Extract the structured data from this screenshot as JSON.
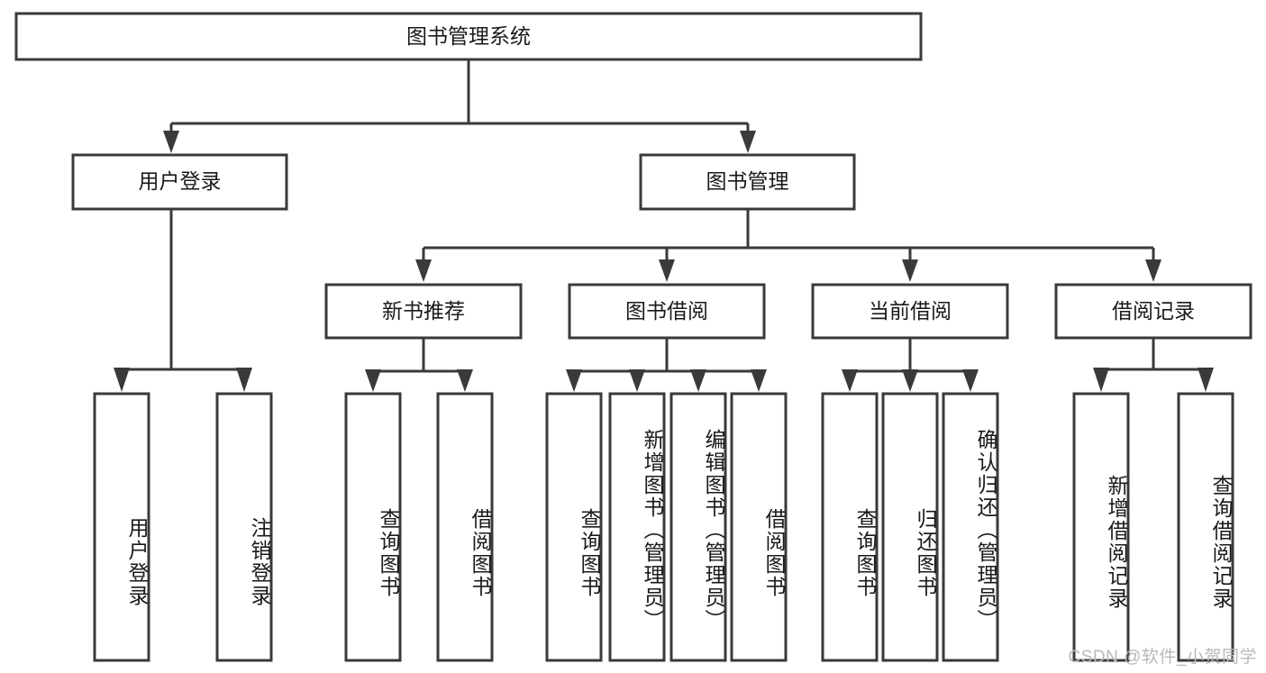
{
  "diagram": {
    "title": "图书管理系统",
    "type": "tree-hierarchy-diagram",
    "colors": {
      "box_stroke": "#3a3a3a",
      "box_fill": "#ffffff",
      "text": "#1a1a1a",
      "watermark": "#b9b9b9",
      "background": "#ffffff"
    },
    "root": {
      "label": "图书管理系统",
      "orientation": "horizontal"
    },
    "level1": [
      {
        "label": "用户登录",
        "orientation": "horizontal"
      },
      {
        "label": "图书管理",
        "orientation": "horizontal"
      }
    ],
    "level2": [
      {
        "label": "新书推荐",
        "orientation": "horizontal"
      },
      {
        "label": "图书借阅",
        "orientation": "horizontal"
      },
      {
        "label": "当前借阅",
        "orientation": "horizontal"
      },
      {
        "label": "借阅记录",
        "orientation": "horizontal"
      }
    ],
    "leaves": {
      "user_login": [
        {
          "label": "用户登录",
          "orientation": "vertical"
        },
        {
          "label": "注销登录",
          "orientation": "vertical"
        }
      ],
      "new_book_recommend": [
        {
          "label": "查询图书",
          "orientation": "vertical"
        },
        {
          "label": "借阅图书",
          "orientation": "vertical"
        }
      ],
      "book_borrow": [
        {
          "label": "查询图书",
          "orientation": "vertical"
        },
        {
          "label": "新增图书（管理员）",
          "orientation": "vertical"
        },
        {
          "label": "编辑图书（管理员）",
          "orientation": "vertical"
        },
        {
          "label": "借阅图书",
          "orientation": "vertical"
        }
      ],
      "current_borrow": [
        {
          "label": "查询图书",
          "orientation": "vertical"
        },
        {
          "label": "归还图书",
          "orientation": "vertical"
        },
        {
          "label": "确认归还（管理员）",
          "orientation": "vertical"
        }
      ],
      "borrow_record": [
        {
          "label": "新增借阅记录",
          "orientation": "vertical"
        },
        {
          "label": "查询借阅记录",
          "orientation": "vertical"
        }
      ]
    }
  },
  "watermark": {
    "text": "CSDN @软件_小贺同学"
  }
}
